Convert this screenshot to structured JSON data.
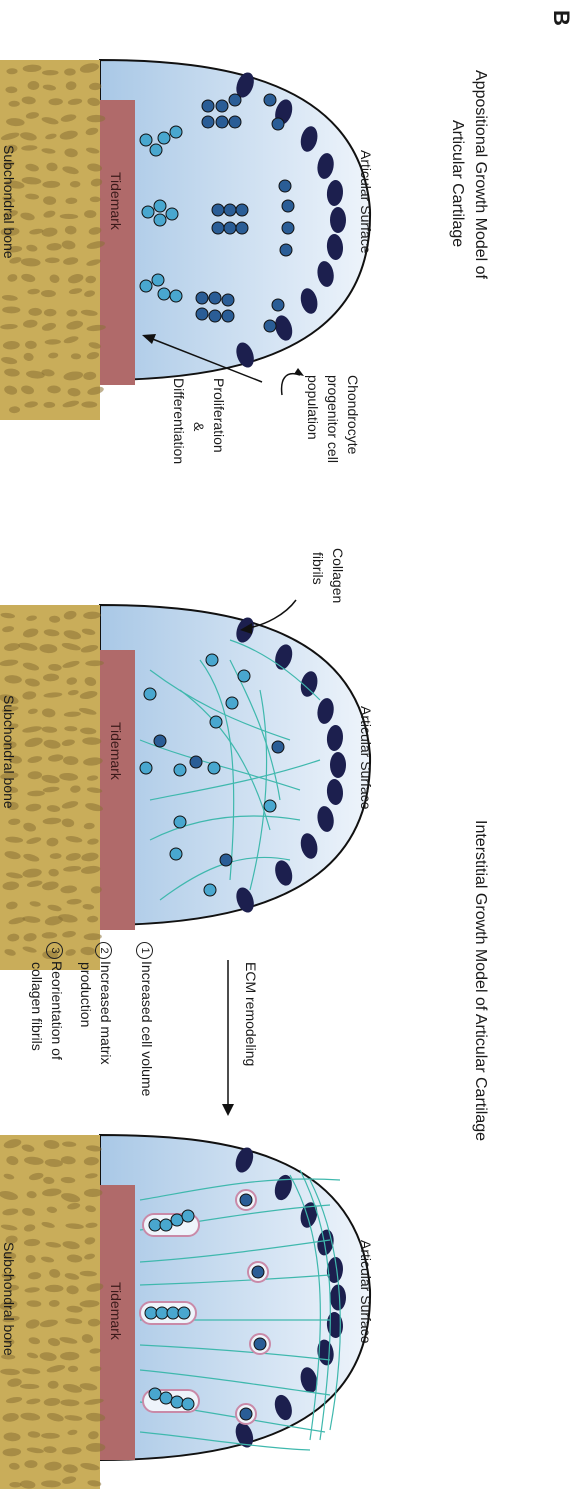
{
  "panel_letter": "B",
  "appositional": {
    "title_line1": "Appositional Growth Model of",
    "title_line2": "Articular Cartilage",
    "surface_label": "Articular Surface",
    "tidemark_label": "Tidemark",
    "bone_label": "Subchondral bone",
    "progenitor_line1": "Chondrocyte",
    "progenitor_line2": "progenitor cell",
    "progenitor_line3": "population",
    "prolif_line1": "Proliferation",
    "prolif_line2": "&",
    "prolif_line3": "Differentiation"
  },
  "interstitial": {
    "title": "Interstitial Growth Model of Articular Cartilage",
    "collagen_line1": "Collagen",
    "collagen_line2": "fibrils",
    "surface_label": "Articular Surface",
    "tidemark_label": "Tidemark",
    "bone_label": "Subchondral bone",
    "ecm_label": "ECM remodeling",
    "steps": [
      {
        "num": "1",
        "line1": "Increased cell volume",
        "line2": ""
      },
      {
        "num": "2",
        "line1": "Increased matrix",
        "line2": "production"
      },
      {
        "num": "3",
        "line1": "Reorientation of",
        "line2": "collagen fibrils"
      }
    ]
  },
  "final": {
    "surface_label": "Articular Surface",
    "tidemark_label": "Tidemark",
    "bone_label": "Subchondral bone"
  },
  "colors": {
    "cartilage_light": "#eef4fb",
    "cartilage_dark": "#a9c8e6",
    "tidemark": "#b06a6a",
    "bone": "#c9ad5a",
    "bone_pore": "#8a7134",
    "surface_cell": "#1c1f4e",
    "cell_dark": "#2a5d96",
    "cell_light": "#49a7cf",
    "collagen": "#3fb8ad",
    "halo": "#c98aa8"
  }
}
